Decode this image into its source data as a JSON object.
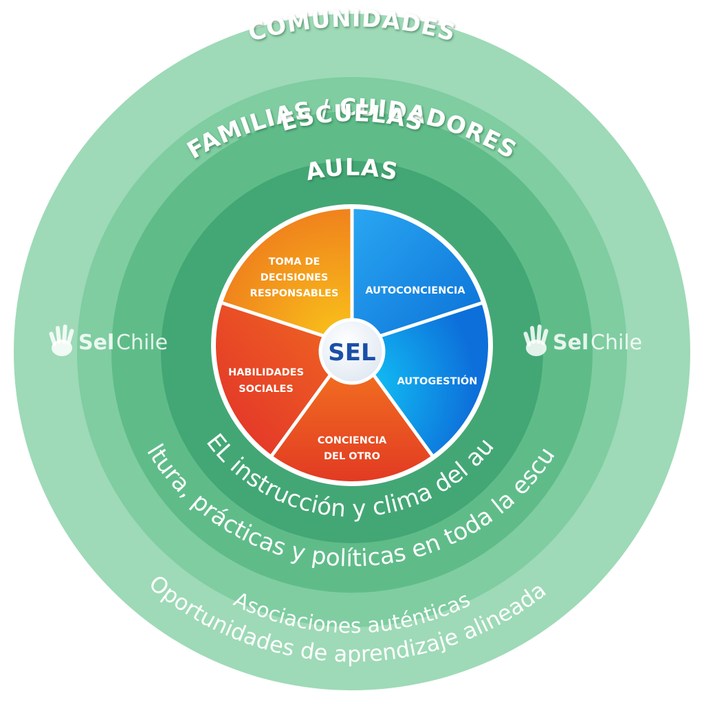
{
  "rings": {
    "comunidades": "COMUNIDADES",
    "familias": "FAMILIAS / CUIDADORES",
    "escuelas": "ESCUELAS",
    "aulas": "AULAS"
  },
  "arcs": {
    "aula": "SEL instrucción y clima del aula",
    "escuela": "Cultura, prácticas y políticas en toda la escuela",
    "asociaciones": "Asociaciones auténticas",
    "oportunidades": "Oportunidades de aprendizaje alineadas"
  },
  "wheel": {
    "center": "SEL",
    "segments": {
      "autoconciencia": "AUTOCONCIENCIA",
      "autogestion": "AUTOGESTIÓN",
      "conciencia_1": "CONCIENCIA",
      "conciencia_2": "DEL OTRO",
      "habilidades_1": "HABILIDADES",
      "habilidades_2": "SOCIALES",
      "toma_1": "TOMA DE",
      "toma_2": "DECISIONES",
      "toma_3": "RESPONSABLES"
    }
  },
  "logos": {
    "sel": "Sel",
    "chile": "Chile",
    "icon": "hand-icon"
  },
  "colors": {
    "ring1": "#9cd9b6",
    "ring2": "#7bcb9e",
    "ring3": "#5cba86",
    "ring4": "#45a874",
    "blue": "#1c8fe6",
    "orange": "#f29a1c",
    "red": "#e83e22",
    "center_text": "#1b4fa8"
  }
}
